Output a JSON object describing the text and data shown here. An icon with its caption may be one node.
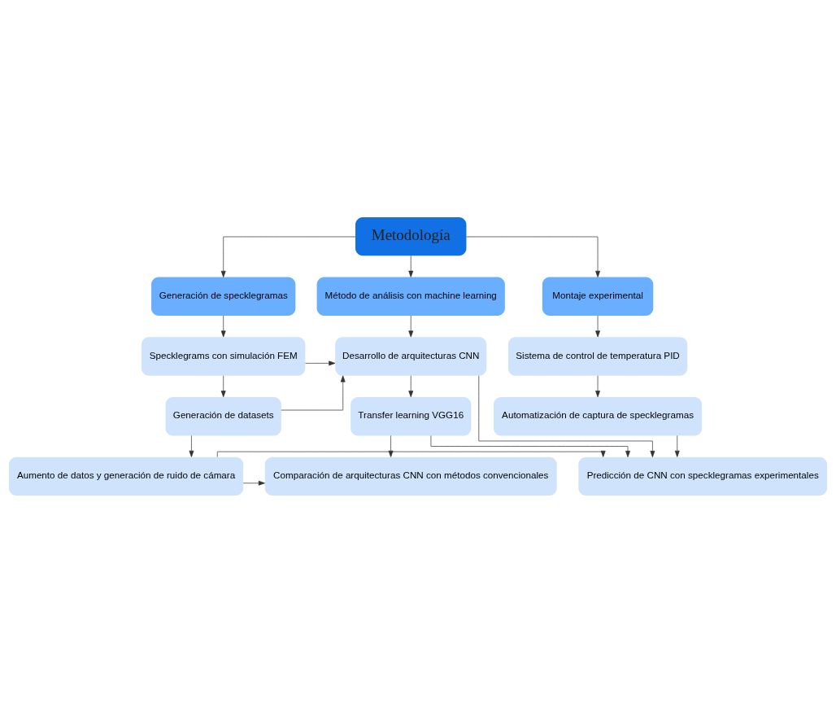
{
  "diagram": {
    "nodes": [
      {
        "text": [
          "Metodología"
        ]
      },
      {
        "text": [
          "Generación de specklegramas"
        ]
      },
      {
        "text": [
          "Método de análisis con machine learning"
        ]
      },
      {
        "text": [
          "Montaje experimental"
        ]
      },
      {
        "text": [
          "Specklegrams con simulación FEM"
        ]
      },
      {
        "text": [
          "Desarrollo de arquitecturas CNN"
        ]
      },
      {
        "text": [
          "Sistema de control de temperatura PID"
        ]
      },
      {
        "text": [
          "Generación de datasets"
        ]
      },
      {
        "text": [
          "Transfer learning VGG16"
        ]
      },
      {
        "text": [
          "Automatización de captura de specklegramas"
        ]
      },
      {
        "text": [
          "Aumento de datos y generación de ruido de cámara"
        ]
      },
      {
        "text": [
          "Comparación de arquitecturas CNN con métodos convencionales"
        ]
      },
      {
        "text": [
          "Predicción de CNN con specklegramas experimentales"
        ]
      }
    ],
    "edges": [
      {
        "from": 0,
        "to": 1,
        "arrow": "to"
      },
      {
        "from": 0,
        "to": 2,
        "arrow": "to"
      },
      {
        "from": 0,
        "to": 3,
        "arrow": "to"
      },
      {
        "from": 1,
        "to": 4,
        "arrow": "to"
      },
      {
        "from": 2,
        "to": 5,
        "arrow": "to"
      },
      {
        "from": 3,
        "to": 6,
        "arrow": "to"
      },
      {
        "from": 4,
        "to": 5,
        "arrow": "to"
      },
      {
        "from": 4,
        "to": 7,
        "arrow": "to"
      },
      {
        "from": 7,
        "to": 5,
        "arrow": "to"
      },
      {
        "from": 5,
        "to": 8,
        "arrow": "to"
      },
      {
        "from": 6,
        "to": 9,
        "arrow": "to"
      },
      {
        "from": 7,
        "to": 10,
        "arrow": "to"
      },
      {
        "from": 8,
        "to": 11,
        "arrow": "to"
      },
      {
        "from": 9,
        "to": 12,
        "arrow": "to"
      },
      {
        "from": 10,
        "to": 11,
        "arrow": "to"
      },
      {
        "from": 5,
        "to": 12,
        "arrow": "to"
      },
      {
        "from": 8,
        "to": 12,
        "arrow": "to"
      },
      {
        "from": 10,
        "to": 12,
        "arrow": "to"
      }
    ]
  }
}
